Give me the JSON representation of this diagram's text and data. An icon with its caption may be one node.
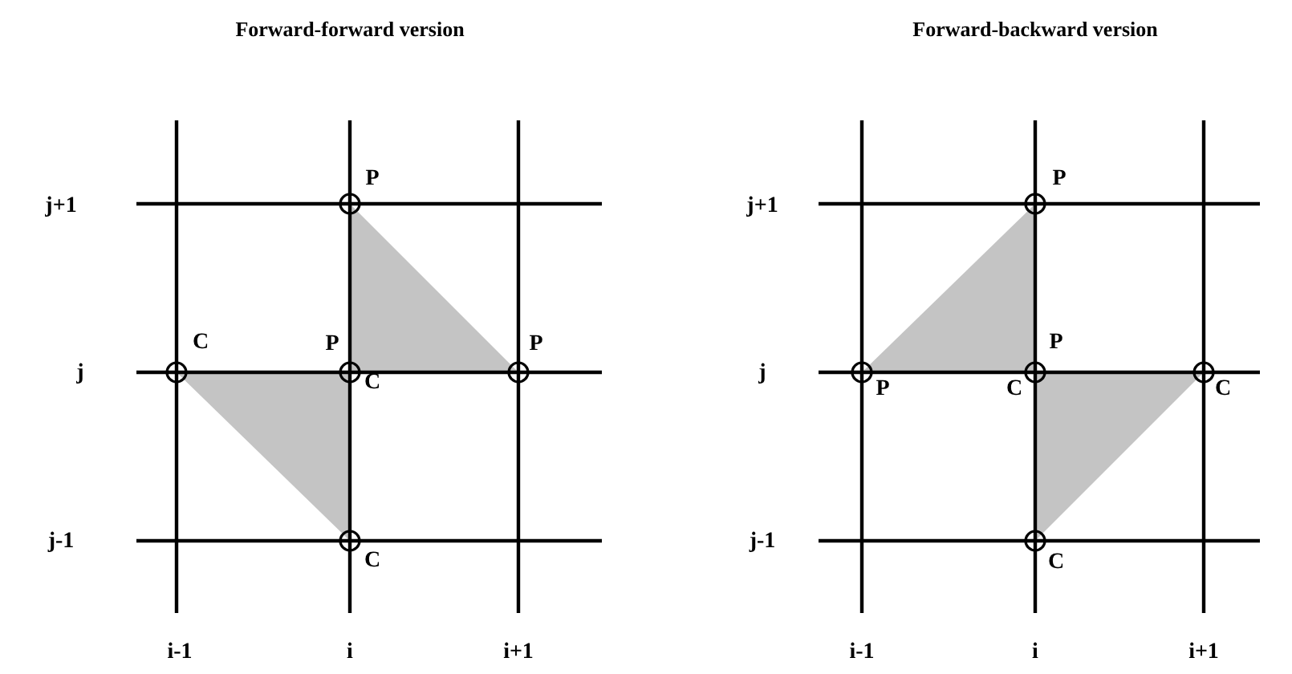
{
  "diagram": {
    "labels": [
      "Forward-forward version",
      "Forward-backward version",
      "P",
      "j+1",
      "C",
      "P",
      "P",
      "j",
      "C",
      "j-1",
      "C",
      "i-1",
      "i",
      "i+1",
      "P",
      "j+1",
      "P",
      "j",
      "P",
      "C",
      "C",
      "j-1",
      "C",
      "i-1",
      "i",
      "i+1"
    ]
  }
}
